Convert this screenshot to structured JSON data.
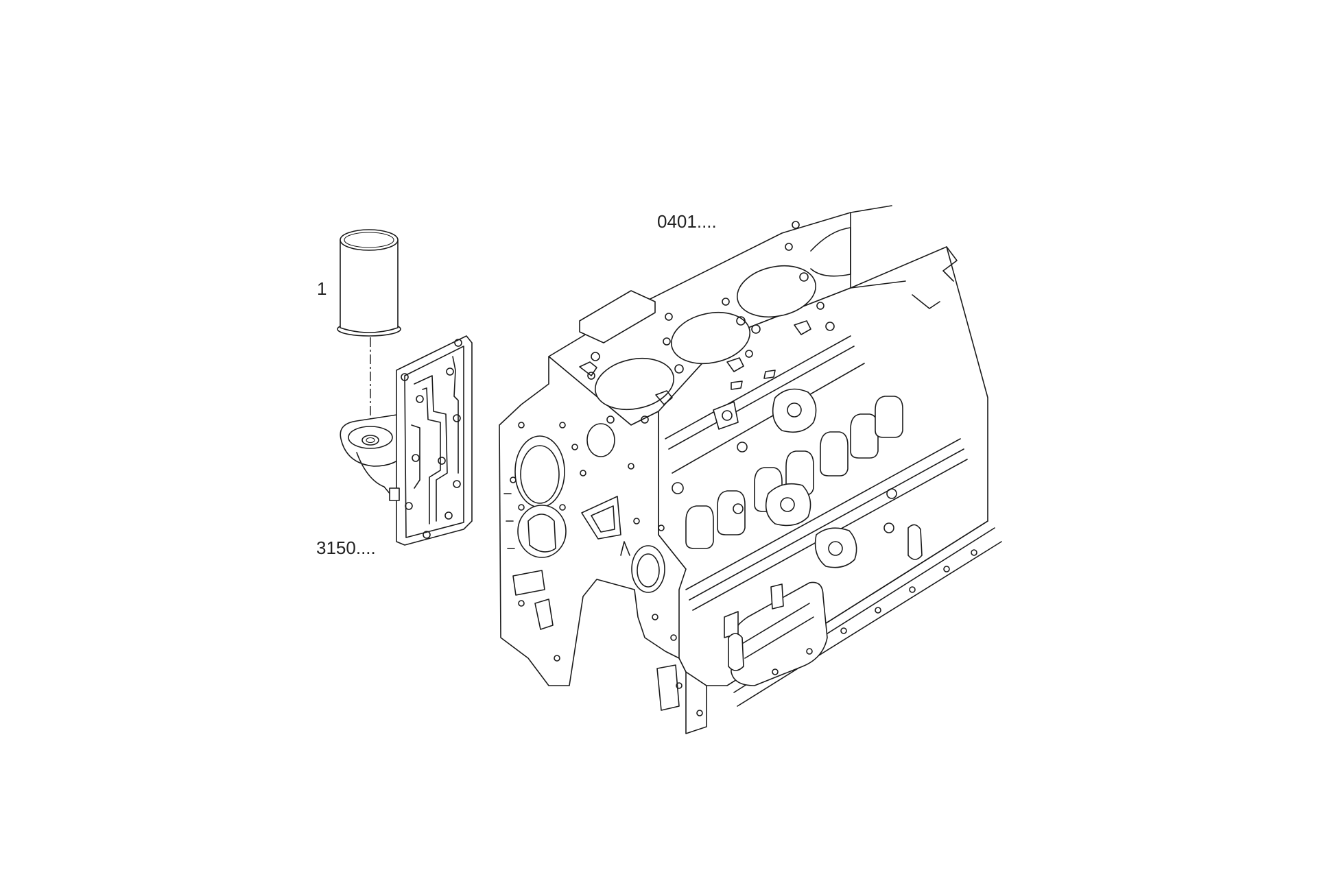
{
  "labels": {
    "engine_block": "0401....",
    "oil_filter": "1",
    "filter_support": "3150...."
  }
}
